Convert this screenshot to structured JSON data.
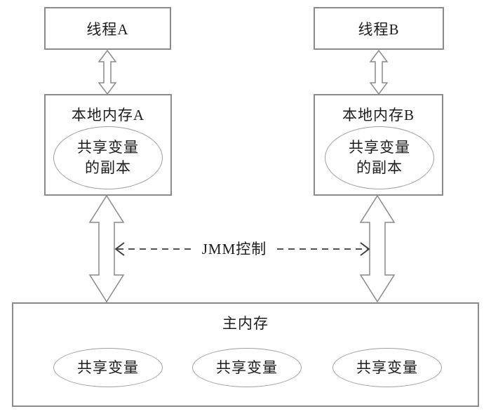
{
  "diagram": {
    "thread_a": {
      "label": "线程A"
    },
    "thread_b": {
      "label": "线程B"
    },
    "local_memory_a": {
      "title": "本地内存A",
      "ellipse_line1": "共享变量",
      "ellipse_line2": "的副本"
    },
    "local_memory_b": {
      "title": "本地内存B",
      "ellipse_line1": "共享变量",
      "ellipse_line2": "的副本"
    },
    "jmm_control": {
      "label": "JMM控制"
    },
    "main_memory": {
      "title": "主内存",
      "variables": [
        "共享变量",
        "共享变量",
        "共享变量"
      ]
    },
    "colors": {
      "box_border": "#8a8a8a",
      "ellipse_border": "#9e9e9e",
      "arrow_outline": "#8a8a8a",
      "dashed_line": "#3a3a3a",
      "text": "#1c1c1c",
      "background": "#ffffff"
    }
  }
}
